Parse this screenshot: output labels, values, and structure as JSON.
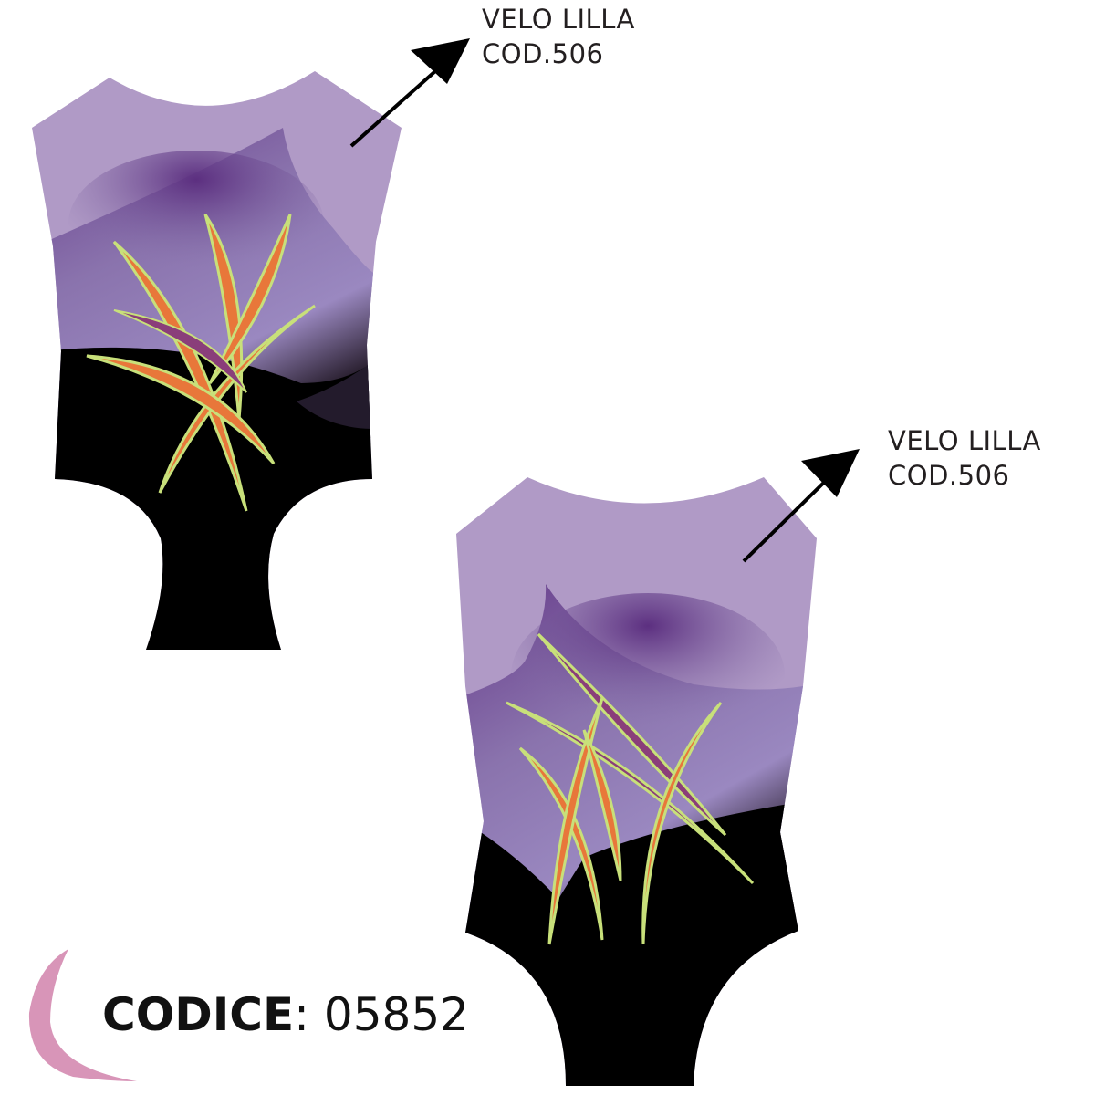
{
  "front_design": {
    "fabric_name": "VELO LILLA",
    "fabric_code": "COD.506"
  },
  "back_design": {
    "fabric_name": "VELO LILLA",
    "fabric_code": "COD.506"
  },
  "footer": {
    "code_label": "CODICE",
    "code_separator": ":",
    "code_value": " 05852"
  },
  "colors": {
    "lilac": "#b09ac6",
    "purple_dark": "#663b8a",
    "purple_mid": "#8a73ad",
    "black": "#000000",
    "orange": "#e8773a",
    "lime_outline": "#c8e07a",
    "magenta_flame": "#8a3e7a",
    "logo_pink": "#d895b8"
  },
  "icons": [
    "arrow-icon",
    "swoosh-logo-icon"
  ]
}
